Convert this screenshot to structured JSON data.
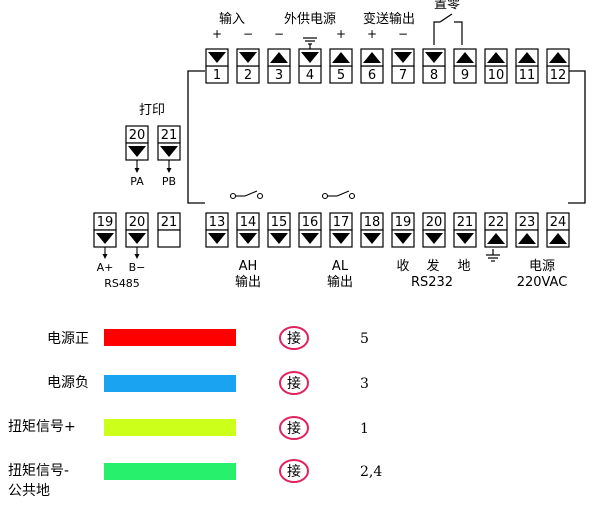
{
  "top_labels": {
    "input": "输入",
    "external_power": "外供电源",
    "transmit_output": "变送输出",
    "zero": "置零"
  },
  "top_signs": [
    "+",
    "−",
    "−",
    "+",
    "+",
    "−"
  ],
  "top_terminals": [
    "1",
    "2",
    "3",
    "4",
    "5",
    "6",
    "7",
    "8",
    "9",
    "10",
    "11",
    "12"
  ],
  "bottom_terminals": [
    "13",
    "14",
    "15",
    "16",
    "17",
    "18",
    "19",
    "20",
    "21",
    "22",
    "23",
    "24"
  ],
  "bottom_labels": {
    "ah": "AH",
    "ah_out": "输出",
    "al": "AL",
    "al_out": "输出",
    "rx": "收",
    "tx": "发",
    "gnd": "地",
    "rs232": "RS232",
    "power": "电源",
    "voltage": "220VAC"
  },
  "print_block": {
    "title": "打印",
    "terminals": [
      "20",
      "21"
    ],
    "labels": [
      "PA",
      "PB"
    ]
  },
  "rs485_block": {
    "terminals": [
      "19",
      "20",
      "21"
    ],
    "labels": [
      "A+",
      "B−"
    ],
    "name": "RS485"
  },
  "wiring": [
    {
      "label": "电源正",
      "color": "#ff0000",
      "connect": "接",
      "value": "5"
    },
    {
      "label": "电源负",
      "color": "#1aa3f0",
      "connect": "接",
      "value": "3"
    },
    {
      "label": "扭矩信号+",
      "color": "#ccff1a",
      "connect": "接",
      "value": "1"
    },
    {
      "label": "扭矩信号-",
      "label2": "公共地",
      "color": "#26f06c",
      "connect": "接",
      "value": "2,4"
    }
  ],
  "colors": {
    "circle": "#e0245e",
    "line": "#000000"
  }
}
